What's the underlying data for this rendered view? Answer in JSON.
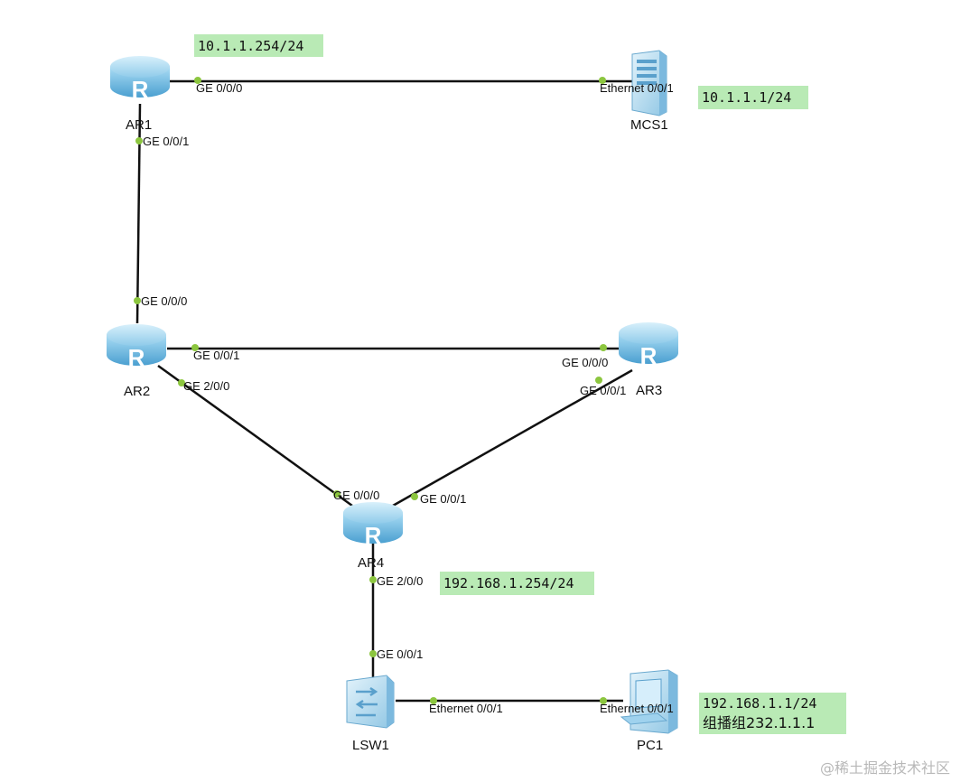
{
  "devices": {
    "ar1": {
      "name": "AR1",
      "type": "router"
    },
    "ar2": {
      "name": "AR2",
      "type": "router"
    },
    "ar3": {
      "name": "AR3",
      "type": "router"
    },
    "ar4": {
      "name": "AR4",
      "type": "router"
    },
    "mcs1": {
      "name": "MCS1",
      "type": "server"
    },
    "lsw1": {
      "name": "LSW1",
      "type": "switch"
    },
    "pc1": {
      "name": "PC1",
      "type": "pc"
    }
  },
  "ports": {
    "ar1_ge000": "GE 0/0/0",
    "ar1_ge001": "GE 0/0/1",
    "mcs1_eth": "Ethernet 0/0/1",
    "ar2_ge000": "GE 0/0/0",
    "ar2_ge001": "GE 0/0/1",
    "ar2_ge200": "GE 2/0/0",
    "ar3_ge000": "GE 0/0/0",
    "ar3_ge001": "GE 0/0/1",
    "ar4_ge000": "GE 0/0/0",
    "ar4_ge001": "GE 0/0/1",
    "ar4_ge200": "GE 2/0/0",
    "lsw1_ge001": "GE 0/0/1",
    "lsw1_eth": "Ethernet 0/0/1",
    "pc1_eth": "Ethernet 0/0/1"
  },
  "notes": {
    "ar1_ip": "10.1.1.254/24",
    "mcs1_ip": "10.1.1.1/24",
    "ar4_ip": "192.168.1.254/24",
    "pc1_ip": "192.168.1.1/24",
    "pc1_group": "组播组232.1.1.1"
  },
  "watermark": "@稀土掘金技术社区",
  "colors": {
    "note_bg": "#b9eab5",
    "port_dot": "#8cc63f",
    "link": "#111111",
    "router_fill": "#7ec3e6",
    "router_dark": "#4a9fd0"
  },
  "links": [
    {
      "from": "ar1",
      "to": "mcs1"
    },
    {
      "from": "ar1",
      "to": "ar2"
    },
    {
      "from": "ar2",
      "to": "ar3"
    },
    {
      "from": "ar2",
      "to": "ar4"
    },
    {
      "from": "ar3",
      "to": "ar4"
    },
    {
      "from": "ar4",
      "to": "lsw1"
    },
    {
      "from": "lsw1",
      "to": "pc1"
    }
  ]
}
